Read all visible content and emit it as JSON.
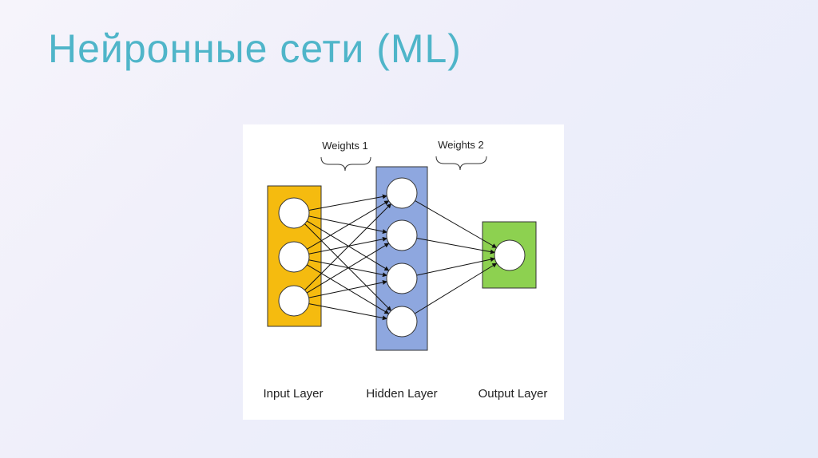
{
  "slide": {
    "title": "Нейронные сети (ML)"
  },
  "diagram": {
    "weights": [
      {
        "label": "Weights 1"
      },
      {
        "label": "Weights 2"
      }
    ],
    "layers": [
      {
        "label": "Input Layer",
        "color": "#f5bb0f",
        "nodes": 3
      },
      {
        "label": "Hidden Layer",
        "color": "#8ea7df",
        "nodes": 4
      },
      {
        "label": "Output Layer",
        "color": "#8dd150",
        "nodes": 1
      }
    ]
  }
}
